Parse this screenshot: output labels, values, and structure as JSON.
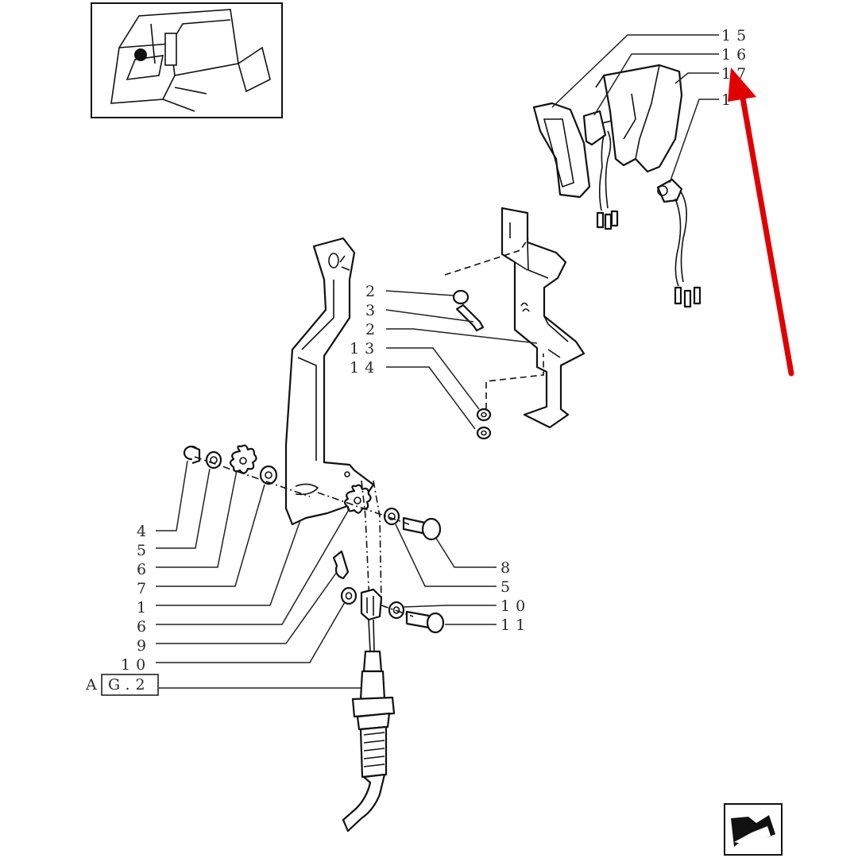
{
  "diagram": {
    "callouts_left": [
      {
        "id": "c4",
        "label": "4"
      },
      {
        "id": "c5a",
        "label": "5"
      },
      {
        "id": "c6a",
        "label": "6"
      },
      {
        "id": "c7",
        "label": "7"
      },
      {
        "id": "c1",
        "label": "1"
      },
      {
        "id": "c6b",
        "label": "6"
      },
      {
        "id": "c9",
        "label": "9"
      },
      {
        "id": "c10a",
        "label": "10"
      }
    ],
    "callouts_mid": [
      {
        "id": "m2a",
        "label": "2"
      },
      {
        "id": "m3",
        "label": "3"
      },
      {
        "id": "m2b",
        "label": "2"
      },
      {
        "id": "m13",
        "label": "13"
      },
      {
        "id": "m14",
        "label": "14"
      }
    ],
    "callouts_right": [
      {
        "id": "r8",
        "label": "8"
      },
      {
        "id": "r5",
        "label": "5"
      },
      {
        "id": "r10",
        "label": "10"
      },
      {
        "id": "r11",
        "label": "11"
      }
    ],
    "callouts_top": [
      {
        "id": "t15",
        "label": "15"
      },
      {
        "id": "t16",
        "label": "16"
      },
      {
        "id": "t17",
        "label": "17"
      },
      {
        "id": "t18",
        "label": "1"
      }
    ],
    "reference_box": {
      "prefix": "A",
      "code": "G.2"
    },
    "annotation_arrow_color": "#e00000",
    "line_color": "#111111",
    "background": "#ffffff",
    "icons": {
      "thumbnail": "tractor-cab-location-thumbnail",
      "nav": "next-page-arrow-icon"
    }
  }
}
